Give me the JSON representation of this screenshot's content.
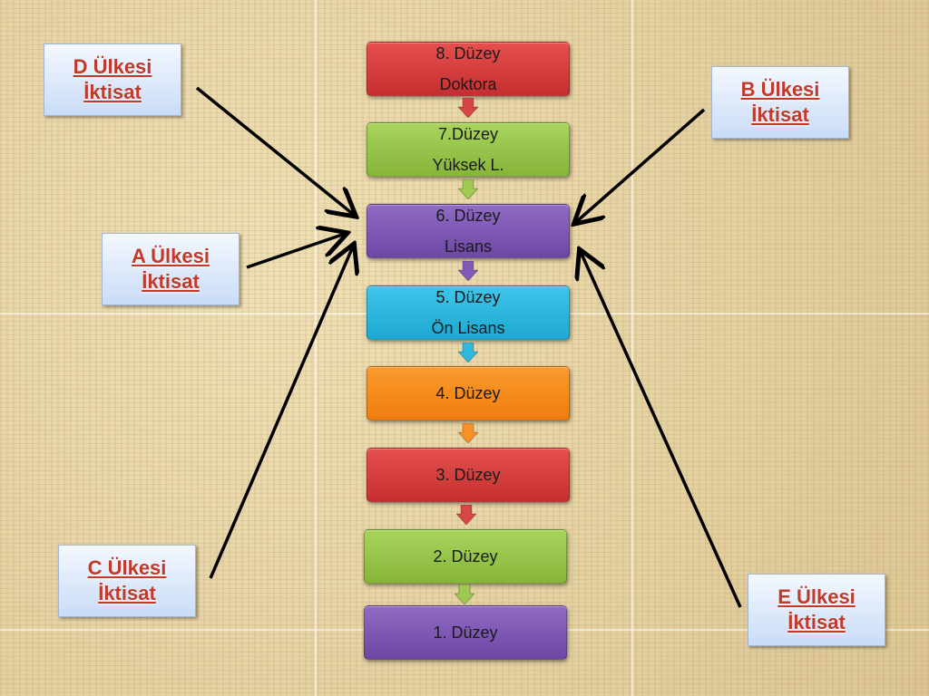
{
  "levels": [
    {
      "line1": "8. Düzey",
      "line2": "Doktora"
    },
    {
      "line1": "7.Düzey",
      "line2": "Yüksek L."
    },
    {
      "line1": "6. Düzey",
      "line2": "Lisans"
    },
    {
      "line1": "5. Düzey",
      "line2": "Ön Lisans"
    },
    {
      "line1": "4. Düzey"
    },
    {
      "line1": "3. Düzey"
    },
    {
      "line1": "2. Düzey"
    },
    {
      "line1": "1. Düzey"
    }
  ],
  "countries": {
    "d": {
      "name": "D Ülkesi",
      "field": "İktisat"
    },
    "b": {
      "name": "B Ülkesi",
      "field": "İktisat"
    },
    "a": {
      "name": "A Ülkesi",
      "field": "İktisat"
    },
    "c": {
      "name": "C Ülkesi",
      "field": "İktisat"
    },
    "e": {
      "name": "E Ülkesi",
      "field": "İktisat"
    }
  },
  "colors": {
    "red": "#d63c3c",
    "green": "#96c447",
    "purple": "#7e58b5",
    "cyan": "#2db6de",
    "orange": "#f58a1e",
    "country_text": "#c0392b"
  }
}
